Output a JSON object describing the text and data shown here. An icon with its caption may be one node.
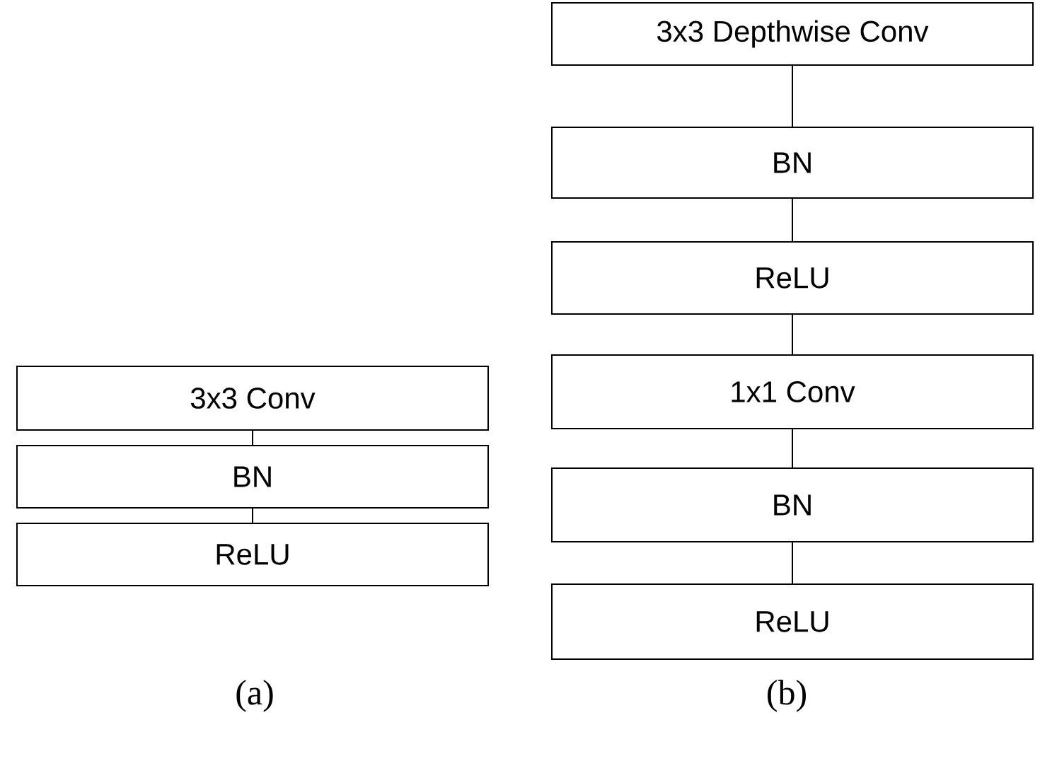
{
  "diagram": {
    "nodes": [
      {
        "text": [
          "3x3 Conv"
        ]
      },
      {
        "text": [
          "BN"
        ]
      },
      {
        "text": [
          "ReLU"
        ]
      },
      {
        "text": [
          "3x3 Depthwise Conv"
        ]
      },
      {
        "text": [
          "BN"
        ]
      },
      {
        "text": [
          "ReLU"
        ]
      },
      {
        "text": [
          "1x1 Conv"
        ]
      },
      {
        "text": [
          "BN"
        ]
      },
      {
        "text": [
          "ReLU"
        ]
      }
    ],
    "edges": [
      {
        "from": 0,
        "to": 1,
        "arrow": "none"
      },
      {
        "from": 1,
        "to": 2,
        "arrow": "none"
      },
      {
        "from": 3,
        "to": 4,
        "arrow": "none"
      },
      {
        "from": 4,
        "to": 5,
        "arrow": "none"
      },
      {
        "from": 5,
        "to": 6,
        "arrow": "none"
      },
      {
        "from": 6,
        "to": 7,
        "arrow": "none"
      },
      {
        "from": 7,
        "to": 8,
        "arrow": "none"
      }
    ],
    "labels": [
      "(a)",
      "(b)"
    ]
  }
}
